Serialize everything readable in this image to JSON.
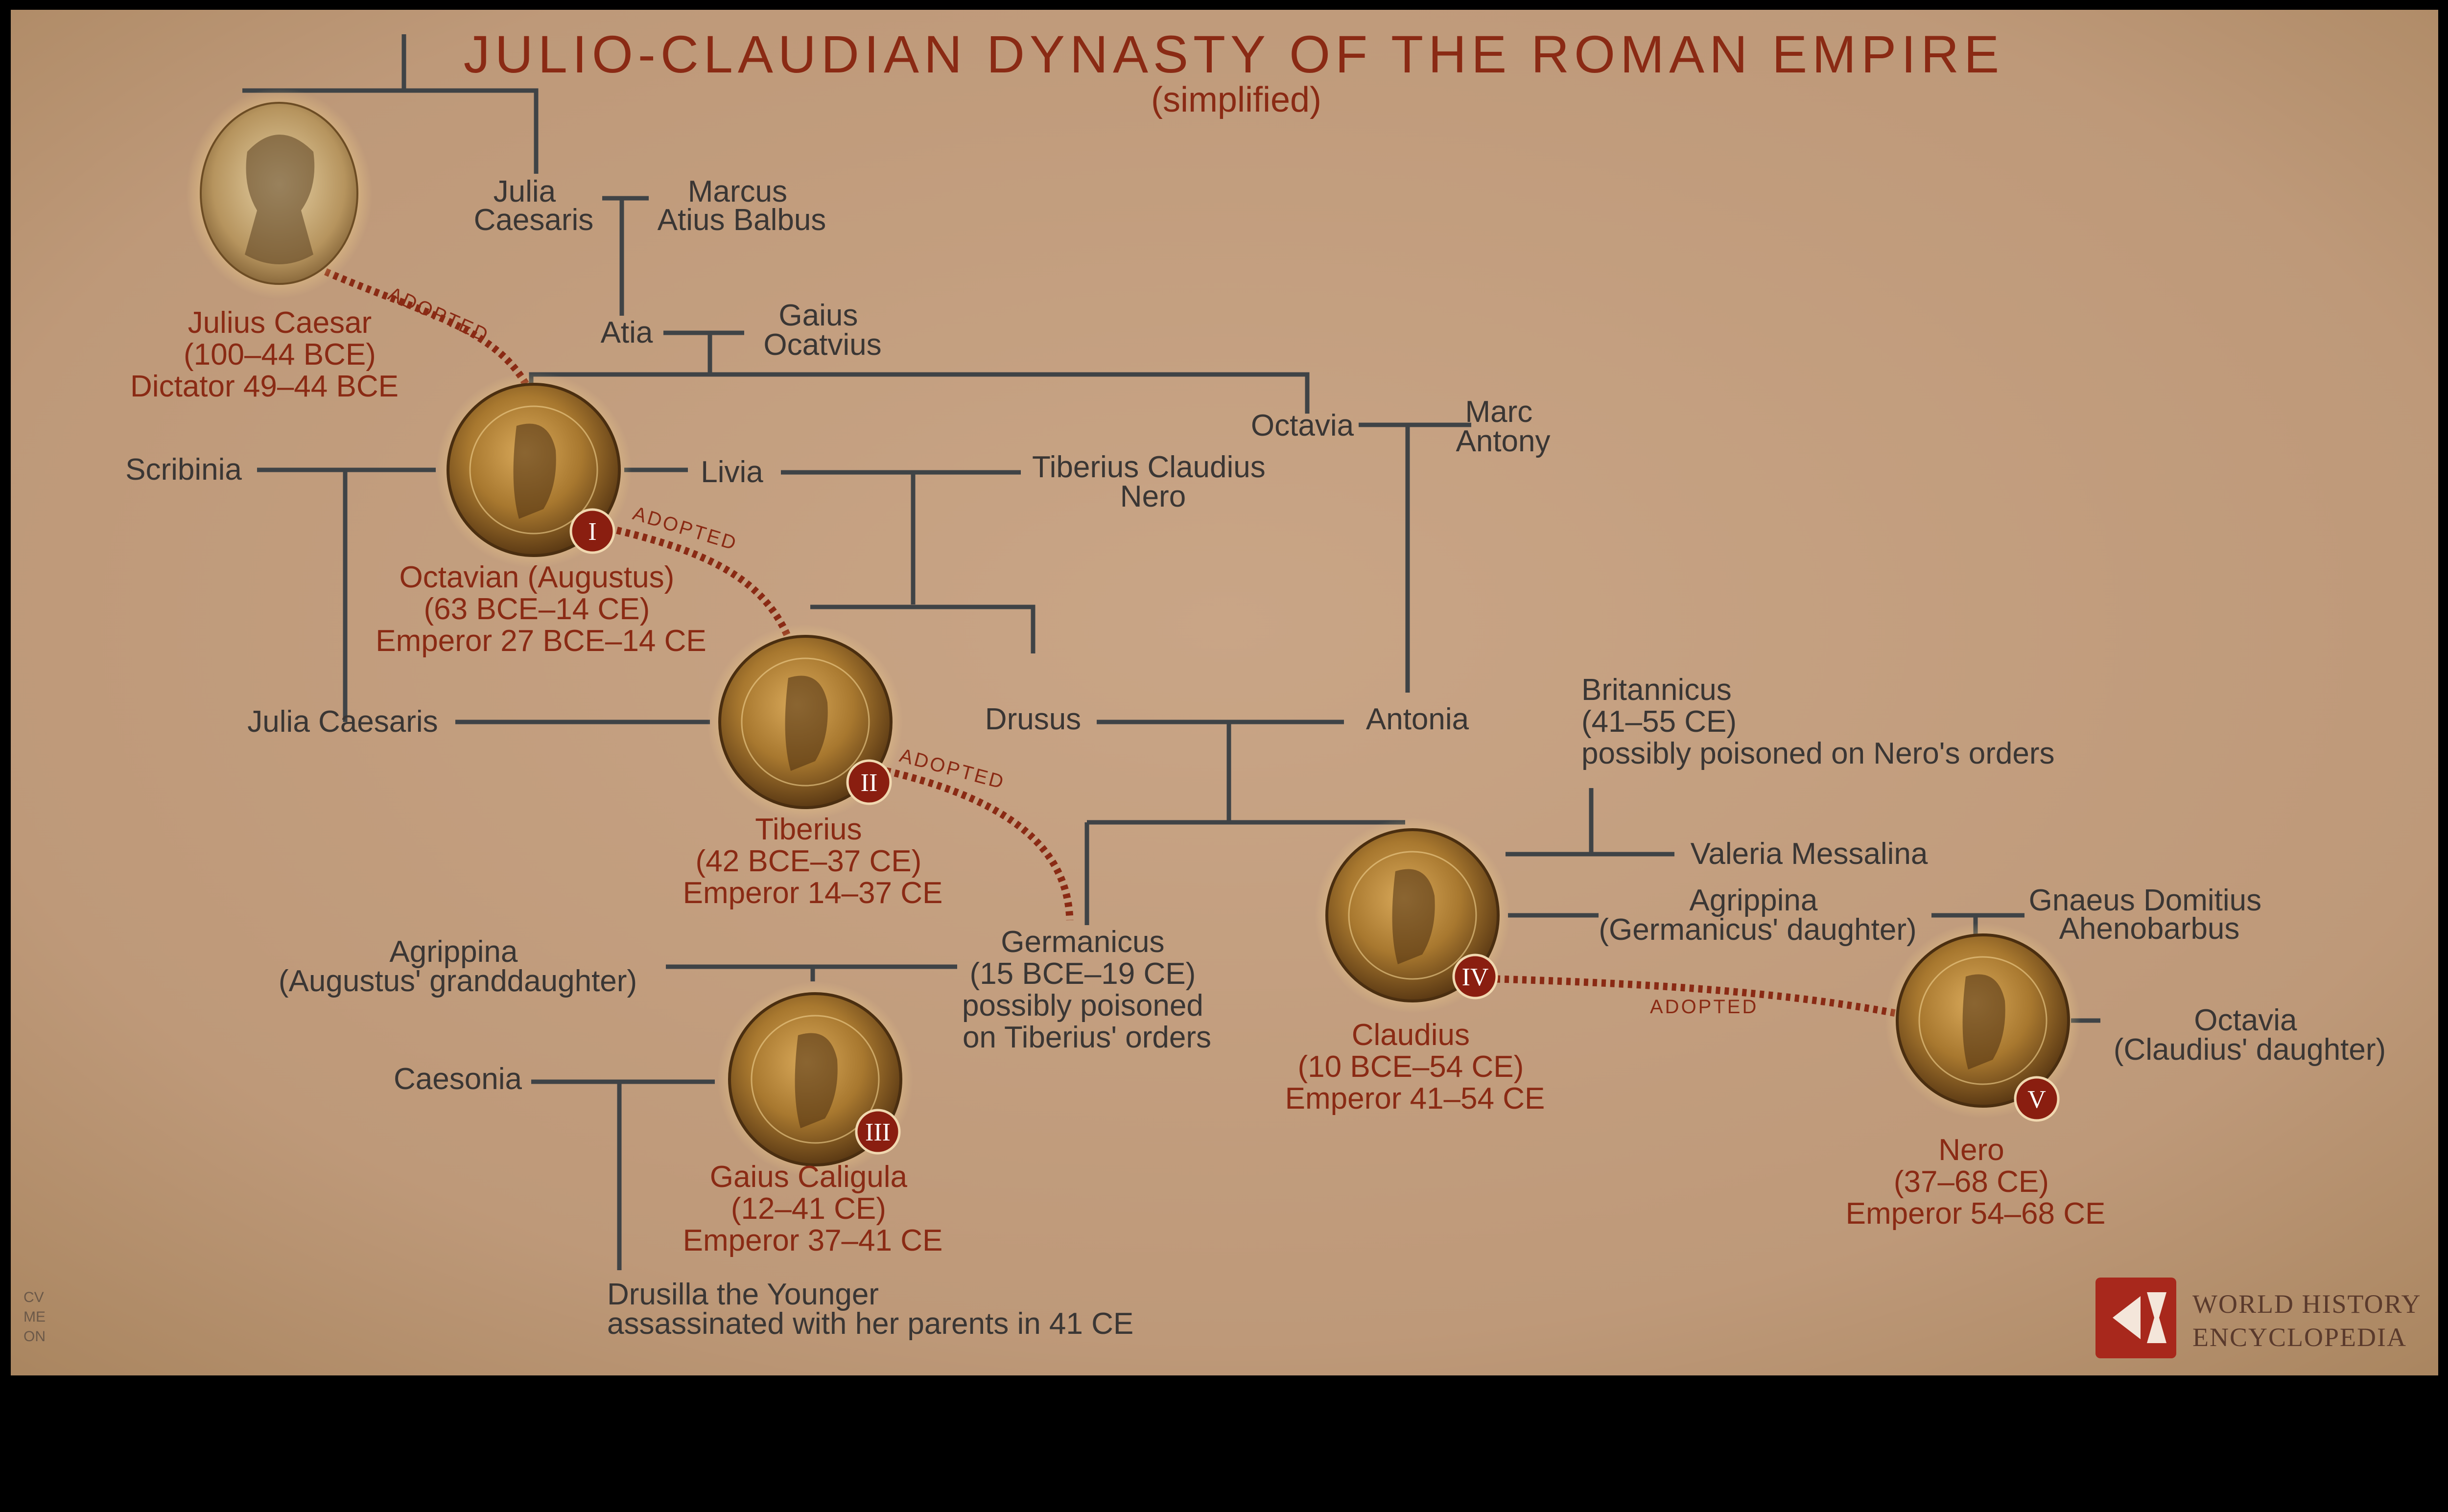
{
  "title": "JULIO-CLAUDIAN DYNASTY OF THE ROMAN EMPIRE",
  "subtitle": "(simplified)",
  "adopted_label": "ADOPTED",
  "colors": {
    "background": "#c8a585",
    "line": "#3f4346",
    "accent": "#8a2a14",
    "coin": "#a87a3c",
    "frame": "#000000"
  },
  "people": {
    "julius_caesar": [
      "Julius Caesar",
      "(100–44 BCE)",
      "Dictator 49–44 BCE"
    ],
    "julia_caesaris_elder": [
      "Julia",
      "Caesaris"
    ],
    "marcus_atius_balbus": [
      "Marcus",
      "Atius Balbus"
    ],
    "atia": [
      "Atia"
    ],
    "gaius_octavius": [
      "Gaius",
      "Ocatvius"
    ],
    "octavian": [
      "Octavian (Augustus)",
      "(63 BCE–14 CE)",
      "Emperor 27 BCE–14 CE"
    ],
    "scribinia": [
      "Scribinia"
    ],
    "livia": [
      "Livia"
    ],
    "tiberius_claudius_nero": [
      "Tiberius Claudius",
      "Nero"
    ],
    "octavia_elder": [
      "Octavia"
    ],
    "marc_antony": [
      "Marc",
      "Antony"
    ],
    "julia_caesaris": [
      "Julia Caesaris"
    ],
    "tiberius": [
      "Tiberius",
      "(42 BCE–37 CE)",
      "Emperor 14–37 CE"
    ],
    "drusus": [
      "Drusus"
    ],
    "antonia": [
      "Antonia"
    ],
    "britannicus": [
      "Britannicus",
      "(41–55 CE)",
      "possibly poisoned on Nero's orders"
    ],
    "valeria_messalina": [
      "Valeria Messalina"
    ],
    "agrippina_germanicus": [
      "Agrippina",
      "(Germanicus' daughter)"
    ],
    "gnaeus_domitius": [
      "Gnaeus Domitius",
      "Ahenobarbus"
    ],
    "agrippina_augustus": [
      "Agrippina",
      "(Augustus' granddaughter)"
    ],
    "germanicus": [
      "Germanicus",
      "(15 BCE–19 CE)",
      "possibly poisoned",
      "on Tiberius' orders"
    ],
    "claudius": [
      "Claudius",
      "(10 BCE–54 CE)",
      "Emperor 41–54 CE"
    ],
    "octavia_claudius": [
      "Octavia",
      "(Claudius' daughter)"
    ],
    "caesonia": [
      "Caesonia"
    ],
    "caligula": [
      "Gaius Caligula",
      "(12–41 CE)",
      "Emperor 37–41 CE"
    ],
    "nero": [
      "Nero",
      "(37–68 CE)",
      "Emperor 54–68 CE"
    ],
    "drusilla": [
      "Drusilla the Younger",
      "assassinated with her parents in 41 CE"
    ]
  },
  "emperor_numerals": {
    "octavian": "I",
    "tiberius": "II",
    "caligula": "III",
    "claudius": "IV",
    "nero": "V"
  },
  "logo": {
    "line1": "WORLD HISTORY",
    "line2": "ENCYCLOPEDIA"
  },
  "signature": [
    "CV",
    "ME",
    "ON"
  ]
}
